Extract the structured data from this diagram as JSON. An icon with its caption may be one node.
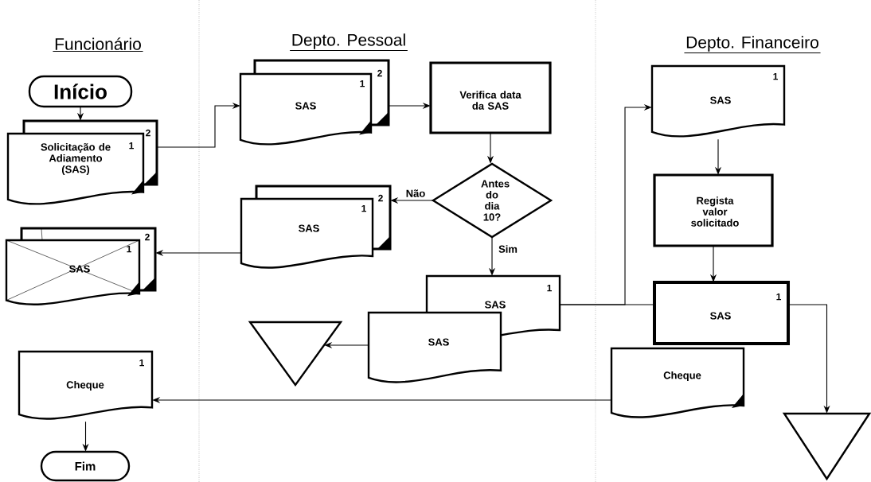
{
  "diagram": {
    "nodes": [
      {
        "text": [
          "Início"
        ]
      },
      {
        "text": [
          "Solicitação de Adiamento (SAS)",
          "1",
          "2"
        ]
      },
      {
        "text": [
          "SAS",
          "1",
          "2"
        ]
      },
      {
        "text": [
          "Cheque",
          "1"
        ]
      },
      {
        "text": [
          "Fim"
        ]
      },
      {
        "text": [
          "SAS",
          "1",
          "2"
        ]
      },
      {
        "text": [
          "Verifica data da SAS"
        ]
      },
      {
        "text": [
          "Antes do dia 10?"
        ]
      },
      {
        "text": [
          "SAS",
          "1",
          "2"
        ]
      },
      {
        "text": [
          "SAS",
          "1"
        ]
      },
      {
        "text": [
          "SAS"
        ]
      },
      {
        "text": [],
        "shape": "triangle"
      },
      {
        "text": [
          "SAS",
          "1"
        ]
      },
      {
        "text": [
          "Regista valor solicitado"
        ]
      },
      {
        "text": [
          "SAS",
          "1"
        ]
      },
      {
        "text": [
          "Cheque"
        ]
      },
      {
        "text": [],
        "shape": "triangle"
      }
    ],
    "edges": [
      {
        "from": 0,
        "to": 1,
        "arrow": "to"
      },
      {
        "from": 1,
        "to": 5,
        "arrow": "to"
      },
      {
        "from": 5,
        "to": 6,
        "arrow": "to"
      },
      {
        "from": 6,
        "to": 7,
        "arrow": "to"
      },
      {
        "from": 7,
        "to": 8,
        "arrow": "to",
        "label": "Não"
      },
      {
        "from": 8,
        "to": 2,
        "arrow": "to"
      },
      {
        "from": 7,
        "to": 9,
        "arrow": "to",
        "label": "Sim"
      },
      {
        "from": 9,
        "to": 12,
        "arrow": "to"
      },
      {
        "from": 9,
        "to": 14,
        "arrow": "none"
      },
      {
        "from": 10,
        "to": 11,
        "arrow": "to"
      },
      {
        "from": 12,
        "to": 13,
        "arrow": "to"
      },
      {
        "from": 13,
        "to": 14,
        "arrow": "to"
      },
      {
        "from": 14,
        "to": 16,
        "arrow": "to"
      },
      {
        "from": 15,
        "to": 3,
        "arrow": "to"
      },
      {
        "from": 3,
        "to": 4,
        "arrow": "to"
      }
    ],
    "labels": [
      "Funcionário",
      "Depto. Pessoal",
      "Depto. Financeiro"
    ]
  }
}
